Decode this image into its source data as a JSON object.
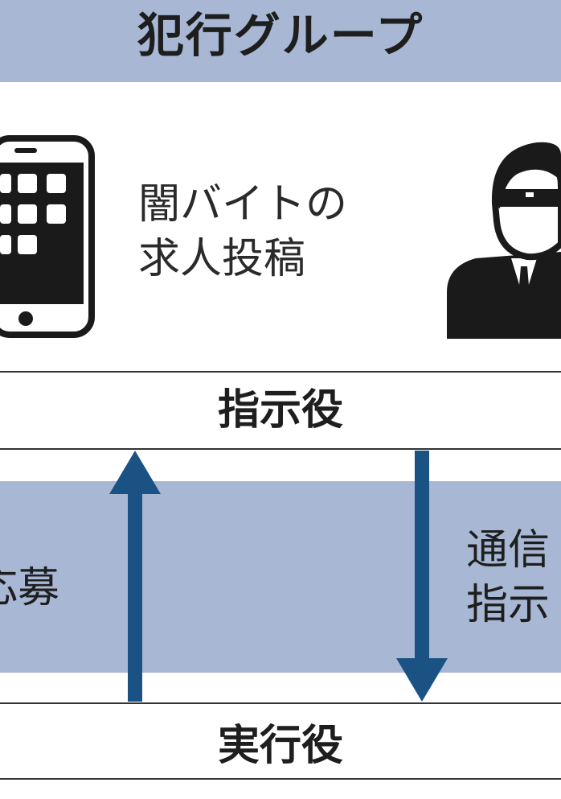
{
  "header": {
    "title": "犯行グループ"
  },
  "post": {
    "text": "闇バイトの\n求人投稿"
  },
  "roles": {
    "instructor": "指示役",
    "executor": "実行役"
  },
  "flows": {
    "apply": "応募",
    "communication": "通信\n指示"
  },
  "colors": {
    "band": "#a8b8d4",
    "arrow": "#1a5284",
    "text": "#1e1e1e"
  },
  "icons": {
    "tablet": "tablet-icon",
    "person": "person-sunglasses-icon"
  }
}
